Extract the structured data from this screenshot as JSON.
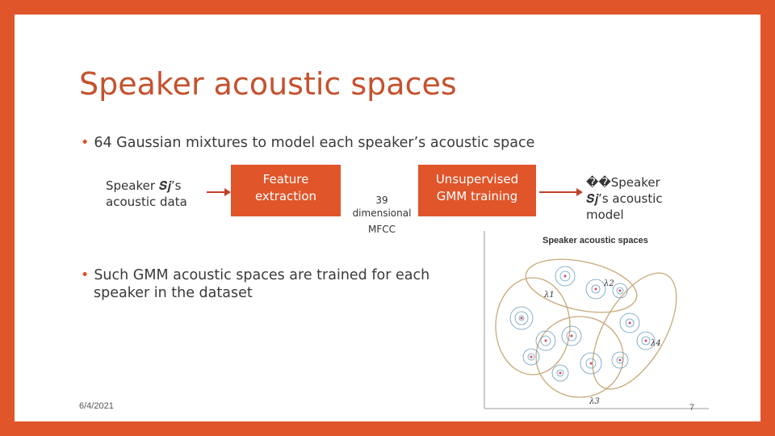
{
  "slide": {
    "title": "Speaker acoustic spaces",
    "bullet1": "64 Gaussian mixtures to model each speaker’s acoustic space",
    "bullet2_line1": "Such GMM acoustic spaces are trained for each",
    "bullet2_line2": "speaker in the dataset",
    "bullet_marker": "•",
    "date": "6/4/2021",
    "page_number": "7"
  },
  "flow": {
    "input_line1": "Speaker 𝑺𝒋’s",
    "input_line2": "acoustic data",
    "box1_line1": "Feature",
    "box1_line2": "extraction",
    "mid_line1": "39",
    "mid_line2": "dimensional",
    "mid_line3": "MFCC",
    "box2_line1": "Unsupervised",
    "box2_line2": "GMM training",
    "output_line1": "��Speaker",
    "output_line2": "𝑺𝒋’s acoustic",
    "output_line3": "model"
  },
  "figure": {
    "title": "Speaker acoustic spaces",
    "labels": [
      "λ1",
      "λ2",
      "λ3",
      "λ4"
    ]
  },
  "colors": {
    "accent": "#E0552A",
    "title": "#C4522F"
  }
}
